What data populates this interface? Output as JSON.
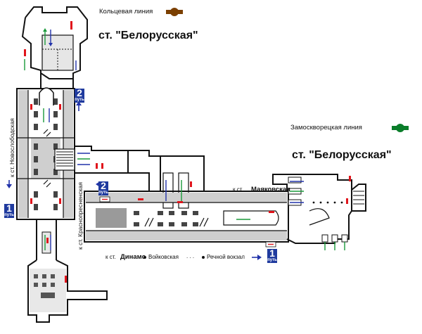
{
  "legend": {
    "ring": {
      "label": "Кольцевая линия",
      "color": "#7b3f00"
    },
    "zamoskvoretskaya": {
      "label": "Замоскворецкая линия",
      "color": "#0a7d2a"
    }
  },
  "ring_station": {
    "name": "ст. \"Белорусская\""
  },
  "zam_station": {
    "name": "ст. \"Белорусская\""
  },
  "ring_directions": {
    "novoslobodskaya": "к ст. Новослободская",
    "krasnopresnenskaya": "к ст. Краснопресненская",
    "track2": {
      "number": "2",
      "caption": "путь"
    },
    "track1": {
      "number": "1",
      "caption": "путь"
    }
  },
  "zam_directions": {
    "mayakovskaya_prefix": "к ст.",
    "mayakovskaya": "Маяковская",
    "dinamo_prefix": "к ст.",
    "dinamo": "Динамо",
    "voykovskaya": "Войковская",
    "dots": ". . .",
    "rechnoy": "Речной вокзал",
    "track2": {
      "number": "2",
      "caption": "путь"
    },
    "track1": {
      "number": "1",
      "caption": "путь"
    }
  },
  "colors": {
    "wall": "#111111",
    "platform": "#cfcfcf",
    "exit_mark": "#e0141b",
    "arrow_green": "#1a9a3a",
    "arrow_blue": "#2233aa",
    "badge": "#1f3a9e"
  }
}
